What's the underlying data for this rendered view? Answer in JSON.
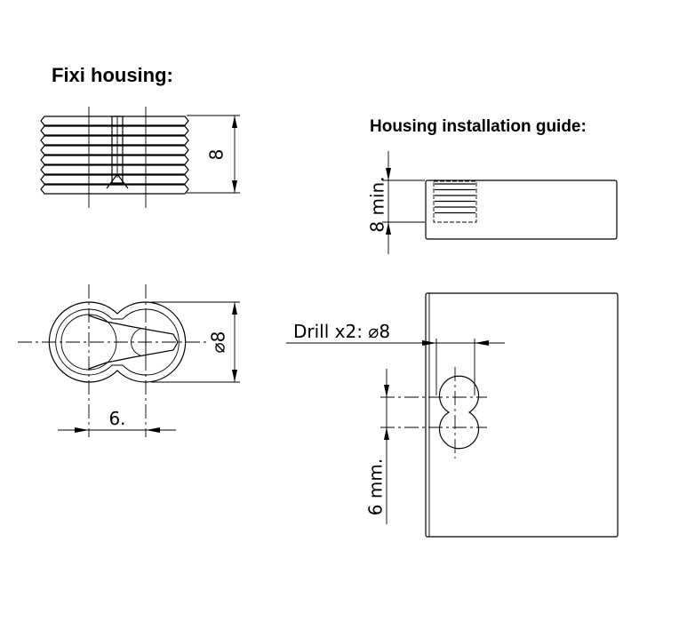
{
  "titles": {
    "housing": "Fixi housing:",
    "guide": "Housing installation guide:"
  },
  "dimensions": {
    "housing_height": "8",
    "housing_diameter": "⌀8",
    "housing_spacing": "6.",
    "min_depth": "8 min.",
    "drill_label": "Drill x2: ⌀8",
    "hole_spacing": "6 mm."
  }
}
